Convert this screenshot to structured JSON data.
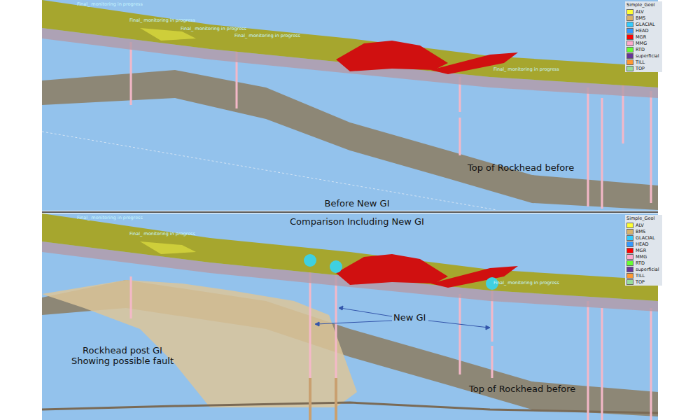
{
  "diagram": {
    "labels": [
      "Simple_Geol",
      "Final_ monitoring in progress",
      "Final_ monitoring in progress",
      "Final_ monitoring in progress",
      "Final_ monitoring in progress",
      "Final_ monitoring in progress",
      "Top of Rockhead before",
      "Before New GI",
      "Comparison Including New GI",
      "Simple_Geol",
      "Final_ monitoring in progress",
      "Final_ monitoring in progress",
      "Final_ monitoring in progress",
      "New GI",
      "Rockhead post GI Showing possible fault",
      "Top of Rockhead before"
    ],
    "legend": [
      {
        "text": "ALV",
        "color": "#ffff33"
      },
      {
        "text": "BMS",
        "color": "#d9b36c"
      },
      {
        "text": "GLACIAL",
        "color": "#33ccff"
      },
      {
        "text": "HEAD",
        "color": "#3399ff"
      },
      {
        "text": "MGR",
        "color": "#ff0000"
      },
      {
        "text": "MMG",
        "color": "#ffaacc"
      },
      {
        "text": "RTD",
        "color": "#66ff33"
      },
      {
        "text": "superficial",
        "color": "#663399"
      },
      {
        "text": "TILL",
        "color": "#ff9933"
      },
      {
        "text": "TOP",
        "color": "#99dd99"
      },
      {
        "text": "ALV",
        "color": "#ffff33"
      },
      {
        "text": "BMS",
        "color": "#d9b36c"
      },
      {
        "text": "GLACIAL",
        "color": "#33ccff"
      },
      {
        "text": "HEAD",
        "color": "#3399ff"
      },
      {
        "text": "MGR",
        "color": "#ff0000"
      },
      {
        "text": "MMG",
        "color": "#ffaacc"
      },
      {
        "text": "RTD",
        "color": "#66ff33"
      },
      {
        "text": "superficial",
        "color": "#663399"
      },
      {
        "text": "TILL",
        "color": "#ff9933"
      },
      {
        "text": "TOP",
        "color": "#99dd99"
      }
    ]
  }
}
